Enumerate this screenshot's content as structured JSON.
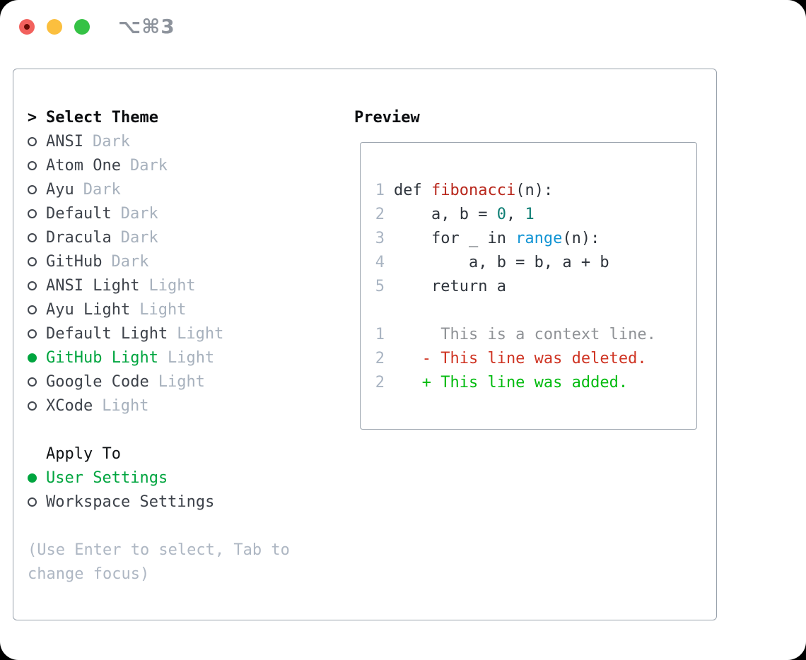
{
  "titlebar": {
    "title": "⌥⌘3"
  },
  "theme_picker": {
    "prompt": ">",
    "title": "Select Theme",
    "items": [
      {
        "name": "ANSI",
        "tag": "Dark",
        "selected": false
      },
      {
        "name": "Atom One",
        "tag": "Dark",
        "selected": false
      },
      {
        "name": "Ayu",
        "tag": "Dark",
        "selected": false
      },
      {
        "name": "Default",
        "tag": "Dark",
        "selected": false
      },
      {
        "name": "Dracula",
        "tag": "Dark",
        "selected": false
      },
      {
        "name": "GitHub",
        "tag": "Dark",
        "selected": false
      },
      {
        "name": "ANSI Light",
        "tag": "Light",
        "selected": false
      },
      {
        "name": "Ayu Light",
        "tag": "Light",
        "selected": false
      },
      {
        "name": "Default Light",
        "tag": "Light",
        "selected": false
      },
      {
        "name": "GitHub Light",
        "tag": "Light",
        "selected": true
      },
      {
        "name": "Google Code",
        "tag": "Light",
        "selected": false
      },
      {
        "name": "XCode",
        "tag": "Light",
        "selected": false
      }
    ],
    "apply_to": {
      "label": "Apply To",
      "options": [
        {
          "name": "User Settings",
          "selected": true
        },
        {
          "name": "Workspace Settings",
          "selected": false
        }
      ]
    },
    "hint_lines": [
      "(Use Enter to select, Tab to",
      "change focus)"
    ]
  },
  "preview": {
    "label": "Preview",
    "code": [
      {
        "num": "1",
        "t0": "def ",
        "fn": "fibonacci",
        "t1": "(n):"
      },
      {
        "num": "2",
        "t0": "    a, b = ",
        "n0": "0",
        "t1": ", ",
        "n1": "1"
      },
      {
        "num": "3",
        "t0": "    for _ in ",
        "bi": "range",
        "t1": "(n):"
      },
      {
        "num": "4",
        "t0": "        a, b = b, a + b"
      },
      {
        "num": "5",
        "t0": "    return a"
      }
    ],
    "diff": [
      {
        "num": "1",
        "kind": "context",
        "text": "     This is a context line."
      },
      {
        "num": "2",
        "kind": "deleted",
        "text": "   - This line was deleted."
      },
      {
        "num": "2",
        "kind": "added",
        "text": "   + This line was added."
      }
    ]
  },
  "colors": {
    "border": "#99a2ac",
    "titlebar-text": "#8d939c",
    "traffic-red": "#f2615d",
    "traffic-red-dot": "#670c04",
    "traffic-yellow": "#fbbf3e",
    "traffic-green": "#35c245",
    "header-text": "#0b0d10",
    "item-text": "#3d424a",
    "tag-text": "#a7b1bd",
    "selected-green": "#00a53f",
    "hint-text": "#aeb7c3",
    "line-num": "#a9b4c2",
    "code-text": "#2e343c",
    "func-red": "#b8271c",
    "number-teal": "#0d7e74",
    "builtin-blue": "#1194d4",
    "diff-context": "#8f9296",
    "diff-deleted": "#cf3423",
    "diff-added": "#02bb0f"
  }
}
